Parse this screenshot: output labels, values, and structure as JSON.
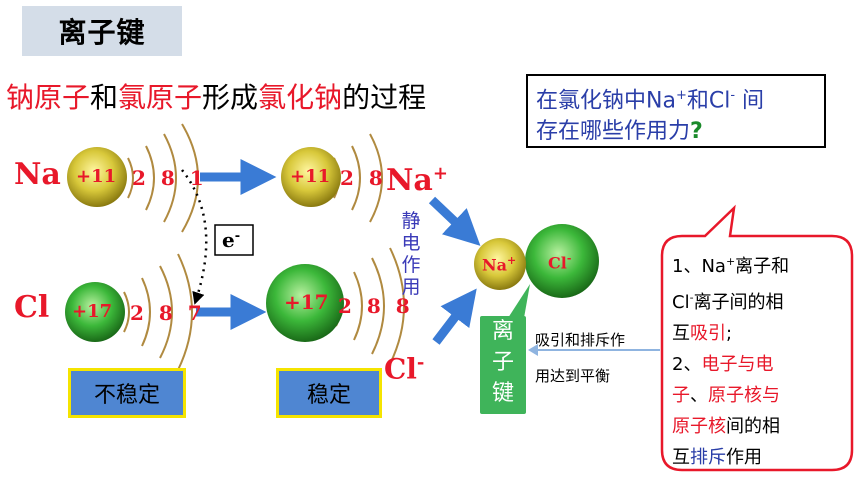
{
  "title": "离子键",
  "heading": {
    "part1": "钠原子",
    "part2": "和",
    "part3": "氯原子",
    "part4": "形成",
    "part5": "氯化钠",
    "part6": "的过程"
  },
  "question": {
    "line1_a": "在氯化钠中Na",
    "line1_sup1": "+",
    "line1_b": "和Cl",
    "line1_sup2": "-",
    "line1_c": " 间",
    "line2_a": "存在哪些作用力",
    "line2_mark": "?"
  },
  "atoms": {
    "na_symbol": "Na",
    "na_nucleus": "+11",
    "na_shells": "2 8 1",
    "na_ion_nucleus": "+11",
    "na_ion_shells": "2 8",
    "na_ion_symbol": "Na",
    "na_ion_charge": "+",
    "cl_symbol": "Cl",
    "cl_nucleus": "+17",
    "cl_shells": "2 8 7",
    "cl_ion_nucleus": "+17",
    "cl_ion_shells": "2 8 8",
    "cl_ion_symbol": "Cl",
    "cl_ion_charge": "-"
  },
  "electron_label": "e",
  "electron_charge": "-",
  "unstable_label": "不稳定",
  "stable_label": "稳定",
  "electrostatic_label": [
    "静",
    "电",
    "作",
    "用"
  ],
  "bond_ion_na": "Na",
  "bond_ion_na_charge": "+",
  "bond_ion_cl": "Cl",
  "bond_ion_cl_charge": "-",
  "ionic_bond_label": [
    "离",
    "子",
    "键"
  ],
  "attract_repel": {
    "line1": "吸引和排斥作",
    "line2": "用达到平衡"
  },
  "callout": {
    "p1_a": "1、Na",
    "p1_sup": "+",
    "p1_b": "离子和",
    "p1_c": "Cl",
    "p1_sup2": "-",
    "p1_d": "离子间的相",
    "p1_e": "互",
    "p1_f": "吸引",
    "p1_g": ";",
    "p2_a": "2、",
    "p2_b": "电子与电",
    "p2_c": "子",
    "p2_d": "、",
    "p2_e": "原子核与",
    "p2_f": "原子核",
    "p2_g": "间的相",
    "p2_h": "互",
    "p2_i": "排斥",
    "p2_j": "作用"
  },
  "colors": {
    "red": "#e8182a",
    "blue_text": "#2a3ea8",
    "arrow_blue": "#3a7bd5",
    "badge_blue": "#4f86d2",
    "badge_border": "#f5e400",
    "bond_green": "#3fb45a"
  }
}
